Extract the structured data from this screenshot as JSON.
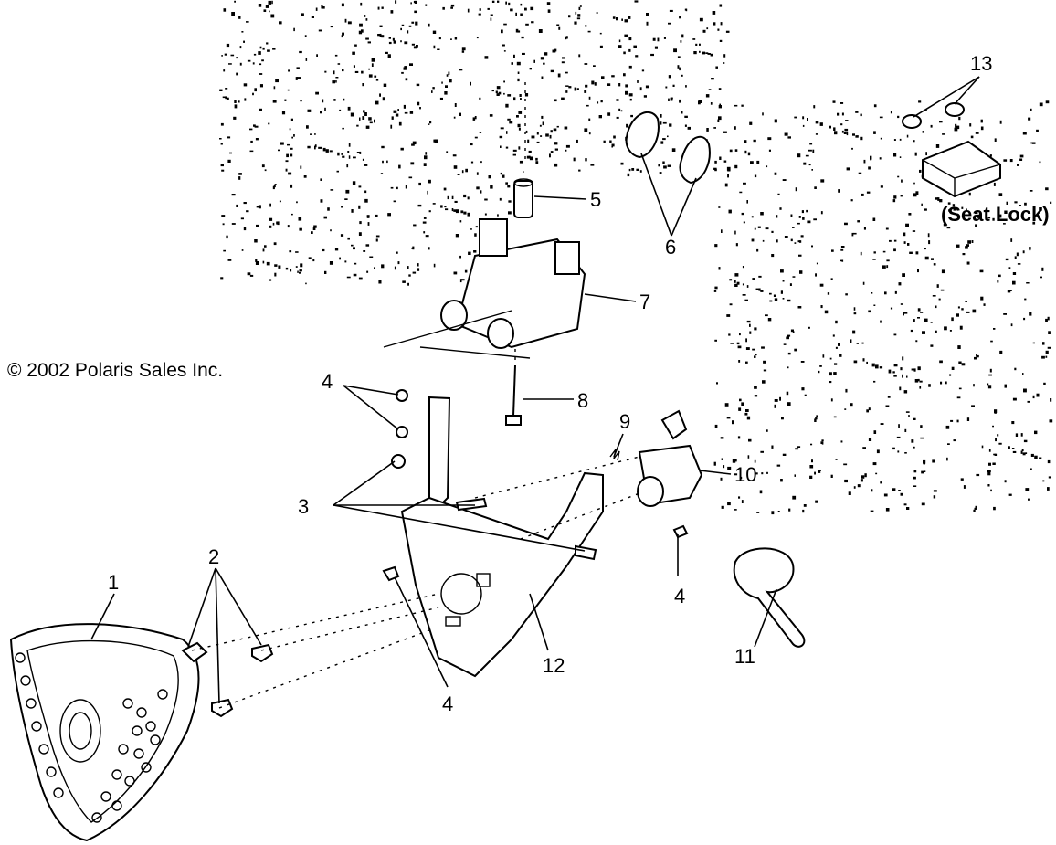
{
  "copyright": "© 2002 Polaris Sales Inc.",
  "annotation": "(Seat Lock)",
  "callouts": {
    "c1": "1",
    "c2": "2",
    "c3": "3",
    "c4a": "4",
    "c4b": "4",
    "c4c": "4",
    "c5": "5",
    "c6": "6",
    "c7": "7",
    "c8": "8",
    "c9": "9",
    "c10": "10",
    "c11": "11",
    "c12": "12",
    "c13": "13"
  },
  "colors": {
    "ink": "#000000",
    "paper": "#ffffff"
  }
}
